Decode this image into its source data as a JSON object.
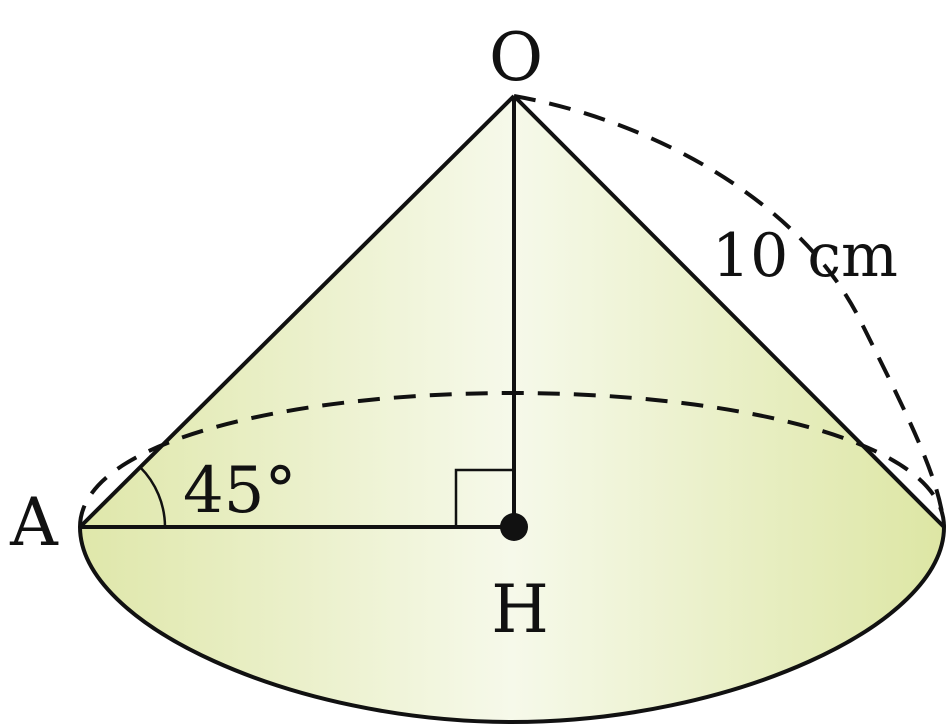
{
  "diagram": {
    "labels": {
      "apex": "O",
      "base_point": "A",
      "center": "H",
      "angle": "45°",
      "slant_length": "10 cm"
    },
    "colors": {
      "fill_light": "#f5f8e6",
      "fill_mid": "#e9efc4",
      "fill_dark": "#dde6a6",
      "stroke": "#111111"
    }
  }
}
